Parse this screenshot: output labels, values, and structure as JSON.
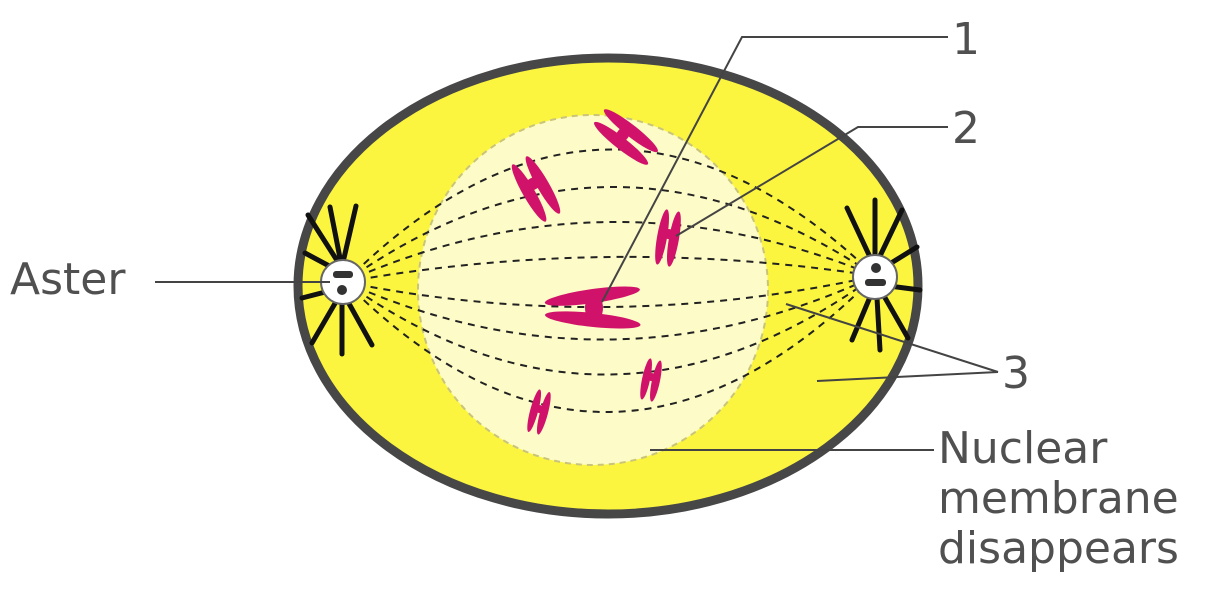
{
  "diagram": {
    "labels": {
      "aster": "Aster",
      "one": "1",
      "two": "2",
      "three": "3",
      "nuclear": [
        "Nuclear",
        "membrane",
        "disappears"
      ]
    },
    "colors": {
      "cytoplasm": "#fbf53f",
      "nucleus_region": "#fdfbc8",
      "cell_outline": "#474747",
      "chromosome": "#d0126a",
      "spindle": "#222222",
      "aster_rays": "#111111",
      "leader": "#444444",
      "label_text": "#505050"
    }
  }
}
